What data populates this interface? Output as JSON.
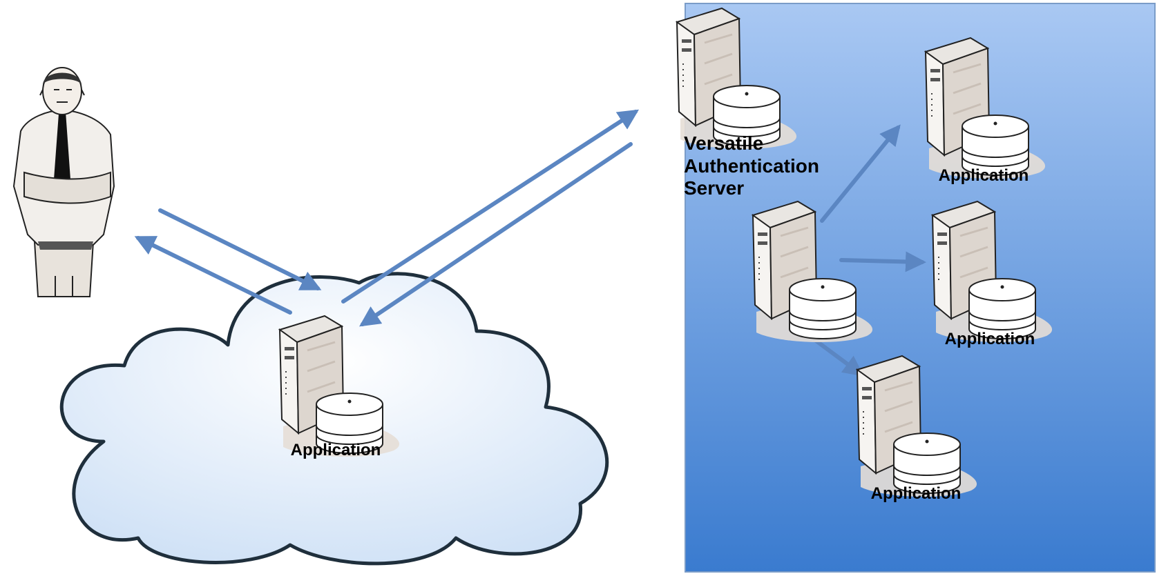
{
  "labels": {
    "cloud_app": "Application",
    "vas_line1": "Versatile",
    "vas_line2": "Authentication",
    "vas_line3": "Server",
    "app_top": "Application",
    "app_mid": "Application",
    "app_bottom": "Application"
  },
  "colors": {
    "panel_top": "#a9c8f3",
    "panel_bottom": "#3a7bcf",
    "cloud_fill": "#dce9f8",
    "cloud_stroke": "#1f2f3c",
    "arrow": "#5b86c2"
  },
  "icons": [
    "person-icon",
    "server-icon"
  ]
}
